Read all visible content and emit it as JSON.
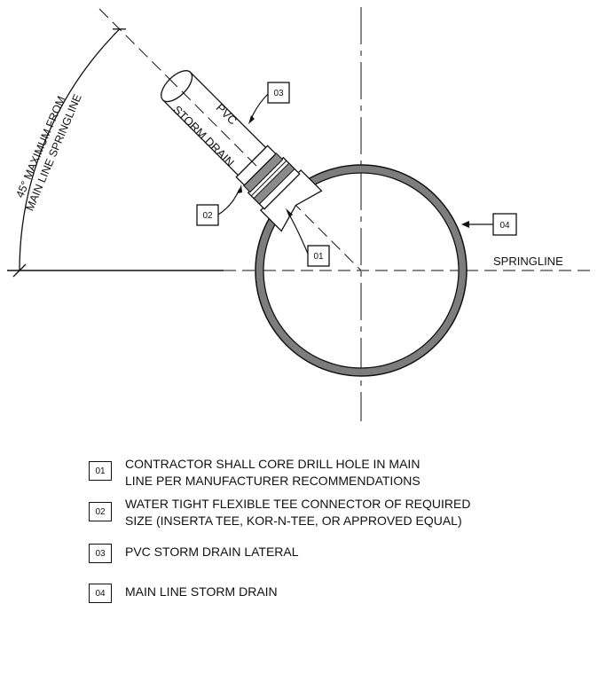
{
  "diagram": {
    "angle_label_line1": "45° MAXIMUM FROM",
    "angle_label_line2": "MAIN LINE SPRINGLINE",
    "springline_label": "SPRINGLINE",
    "pipe_label_line1": "PVC",
    "pipe_label_line2": "STORM DRAIN",
    "callouts": {
      "c01": "01",
      "c02": "02",
      "c03": "03",
      "c04": "04"
    }
  },
  "legend": [
    {
      "tag": "01",
      "text": "CONTRACTOR SHALL CORE DRILL HOLE IN MAIN\nLINE PER MANUFACTURER RECOMMENDATIONS"
    },
    {
      "tag": "02",
      "text": "WATER TIGHT FLEXIBLE TEE CONNECTOR OF REQUIRED\nSIZE (INSERTA TEE, KOR-N-TEE, OR APPROVED EQUAL)"
    },
    {
      "tag": "03",
      "text": "PVC STORM DRAIN LATERAL"
    },
    {
      "tag": "04",
      "text": "MAIN LINE STORM DRAIN"
    }
  ]
}
